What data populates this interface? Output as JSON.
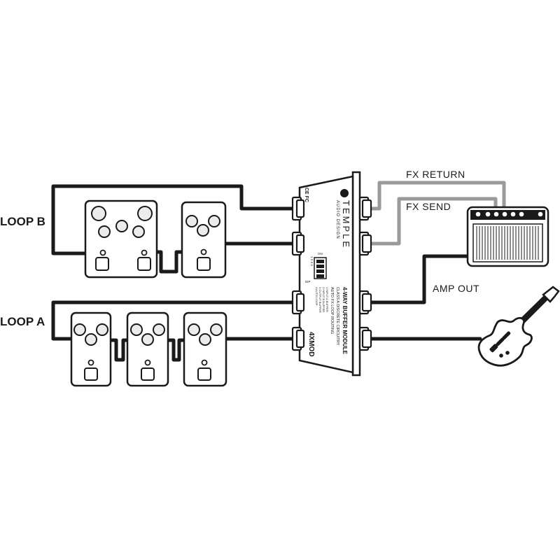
{
  "labels": {
    "loop_b": "LOOP B",
    "loop_a": "LOOP A",
    "fx_return": "FX RETURN",
    "fx_send": "FX SEND",
    "amp_out": "AMP OUT"
  },
  "module": {
    "brand": "TEMPLE",
    "brand_sub": "AUDIO DESIGN",
    "cert": "CE FC",
    "dip_on": "ON",
    "dip_label": "DIP",
    "dip_numbers": "1 2 3 4",
    "dip_legend": [
      "1 INPUT A BUFFER",
      "2 INPUT B BUFFER",
      "3 OUTPUT BUFFER",
      "4 AUTO LOOP"
    ],
    "title": "4-WAY BUFFER MODULE",
    "line1": "CLASS A DISCRETE CIRCUITRY",
    "line2": "AUTO FX LOOP ROUTING",
    "model": "4XMOD"
  },
  "colors": {
    "line": "#1a1a1a",
    "fx_cable": "#9a9a9a",
    "background": "#ffffff",
    "knob_fill": "#ececec"
  },
  "icons": [
    "guitar-icon",
    "amplifier-icon",
    "pedal-icon",
    "buffer-module-icon"
  ]
}
